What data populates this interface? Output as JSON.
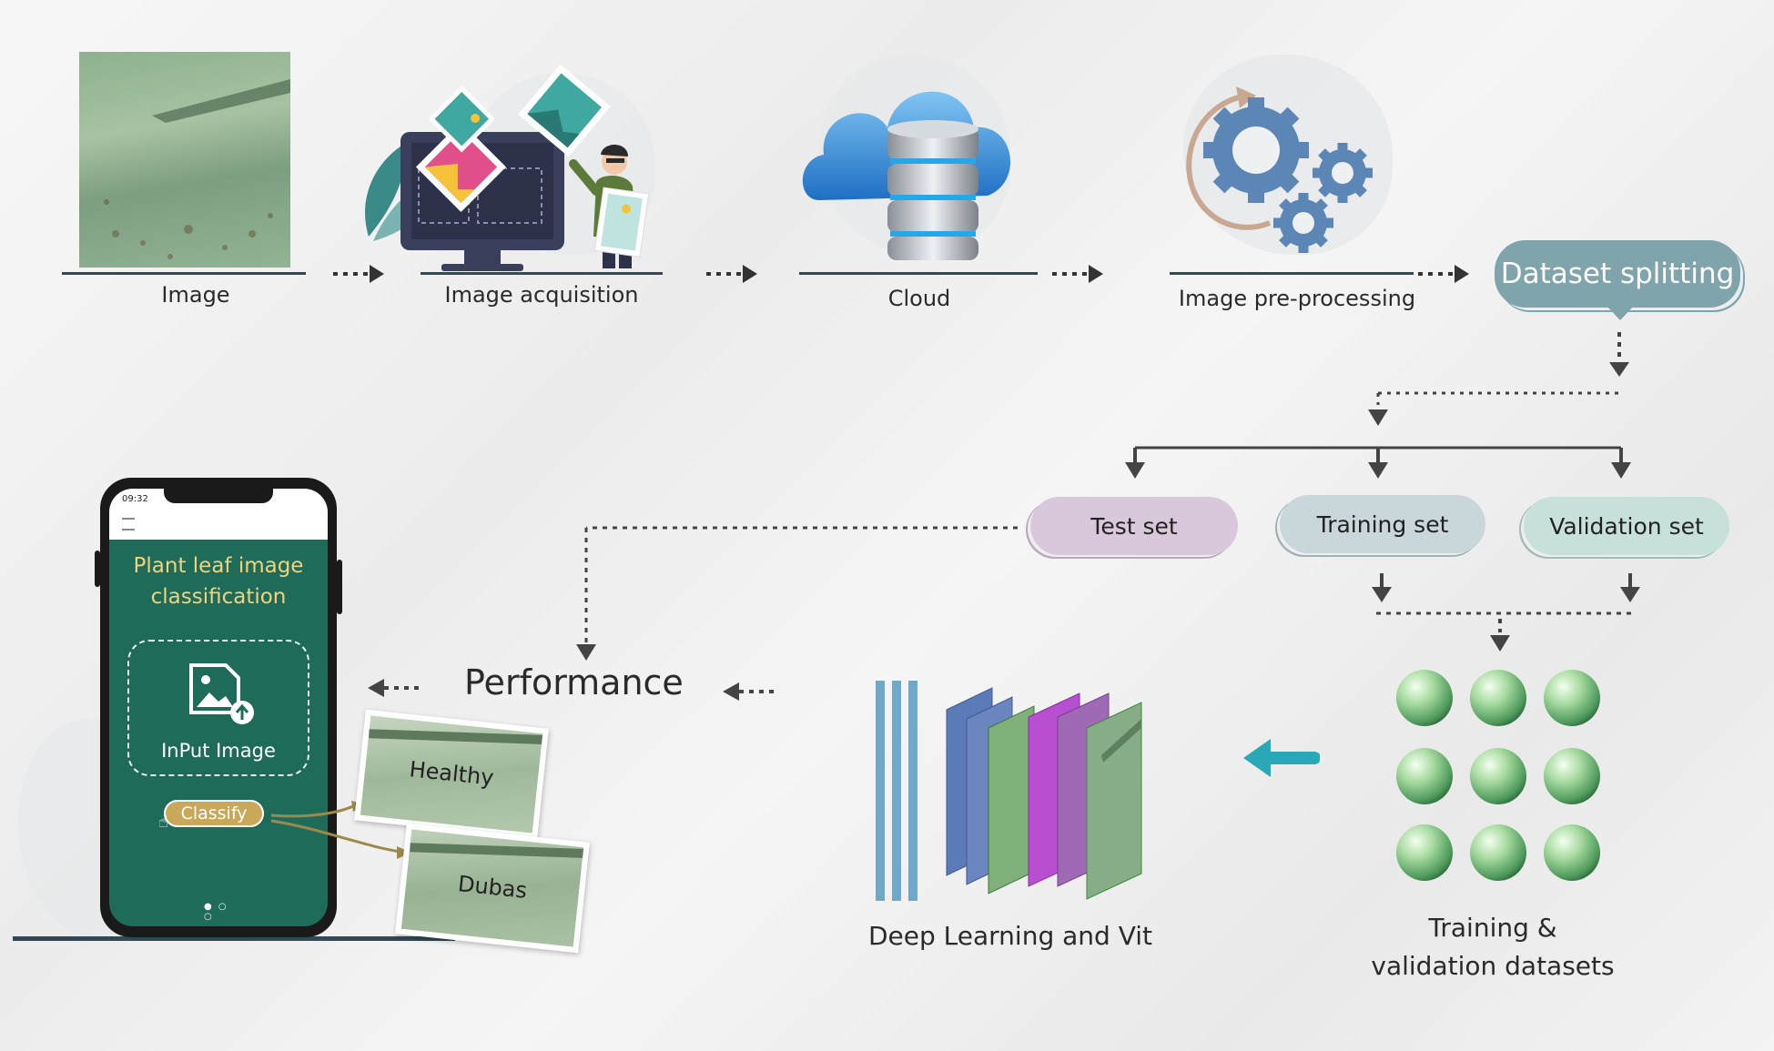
{
  "stages": {
    "image": "Image",
    "acquisition": "Image acquisition",
    "cloud": "Cloud",
    "preprocessing": "Image pre-processing",
    "splitting": "Dataset splitting"
  },
  "sets": {
    "test": "Test set",
    "training": "Training set",
    "validation": "Validation set"
  },
  "datasets_label_line1": "Training &",
  "datasets_label_line2": "validation datasets",
  "model_label": "Deep Learning and Vit",
  "performance_label": "Performance",
  "phone": {
    "time": "09:32",
    "title_line1": "Plant leaf image",
    "title_line2": "classification",
    "input_label": "InPut Image",
    "classify_button": "Classify"
  },
  "results": {
    "healthy": "Healthy",
    "dubas": "Dubas"
  },
  "colors": {
    "phone_green": "#1f6b5a",
    "title_gold": "#f2d27a",
    "splitting_pill": "#7fa4ac",
    "test_pill": "#d9c8dc",
    "training_pill": "#c9d6da",
    "validation_pill": "#c8e0da",
    "arrow_teal": "#29a9b8"
  }
}
